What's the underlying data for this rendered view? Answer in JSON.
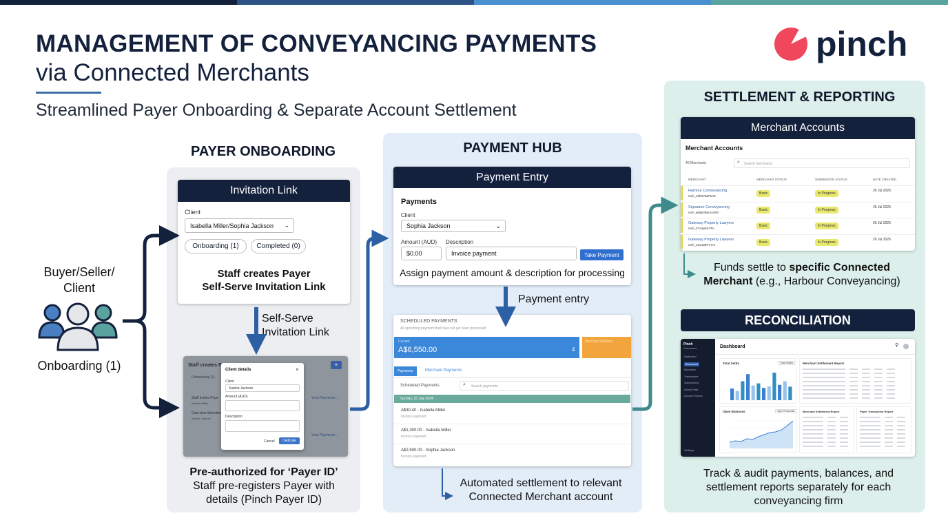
{
  "header": {
    "title_line1": "MANAGEMENT OF CONVEYANCING PAYMENTS",
    "title_line2": "via Connected Merchants",
    "subtitle": "Streamlined Payer Onboarding & Separate Account Settlement",
    "logo_text": "pinch"
  },
  "client": {
    "label_line1": "Buyer/Seller/",
    "label_line2": "Client",
    "status": "Onboarding (1)"
  },
  "payer_onboarding": {
    "title": "PAYER ONBOARDING",
    "invitation_card": {
      "header": "Invitation Link",
      "client_label": "Client",
      "client_value": "Isabella Miller/Sophia Jackson",
      "tab_onboarding": "Onboarding (1)",
      "tab_completed": "Completed (0)",
      "caption_line1": "Staff creates Payer",
      "caption_line2": "Self-Serve Invitation Link"
    },
    "flow_label_line1": "Self-Serve",
    "flow_label_line2": "Invitation Link",
    "preauth_card": {
      "bg_title": "Staff creates P",
      "bg_onboarding": "Onboarding (1)",
      "bg_row1": "Staff Invites Paye",
      "bg_row1_sub": "Isabella Miller",
      "bg_row2": "Cost view Selection",
      "bg_row2_sub": "Sophia Jackson",
      "bg_link1": "View Payments →",
      "bg_link2": "View Payments →",
      "bg_btn": "+",
      "modal_title": "Client details",
      "modal_close": "×",
      "modal_client_label": "Client",
      "modal_client_value": "Sophia Jackson",
      "modal_amount_label": "Amount (AUD)",
      "modal_desc_label": "Description",
      "modal_cancel": "Cancel",
      "modal_submit": "Dedicate"
    },
    "caption_title": "Pre-authorized for ‘Payer ID’",
    "caption_line1": "Staff pre-registers Payer with",
    "caption_line2": "details (Pinch Payer ID)"
  },
  "payment_hub": {
    "title": "PAYMENT HUB",
    "entry_card": {
      "header": "Payment Entry",
      "section": "Payments",
      "client_label": "Client",
      "client_value": "Sophia Jackson",
      "amount_label": "Amount (AUD)",
      "amount_value": "$0.00",
      "desc_label": "Description",
      "desc_value": "Invoice payment",
      "button": "Take Payment",
      "caption": "Assign payment amount & description for processing"
    },
    "flow_label": "Payment entry",
    "scheduled_card": {
      "title": "SCHEDULED PAYMENTS",
      "subtitle": "All upcoming payment that have not yet been processed",
      "kpi_label": "Current",
      "kpi_value": "A$6,550.00",
      "kpi_count": "4",
      "kpi_side_label": "Merchant Balance",
      "tab_payments": "Payments",
      "tab_merchant": "Merchant Payments",
      "filter_label": "Scheduled Payments",
      "search_placeholder": "Search payments",
      "date_bar": "Sunday, 25 July 2024",
      "rows": [
        {
          "text": "A$30.40 - Isabella Miller",
          "sub": "Invoice payment"
        },
        {
          "text": "A$1,300.00 - Isabella Miller",
          "sub": "Invoice payment"
        },
        {
          "text": "A$2,500.00 - Sophia Jackson",
          "sub": "Invoice payment"
        }
      ]
    },
    "caption_line1": "Automated settlement to relevant",
    "caption_line2": "Connected Merchant account"
  },
  "settlement": {
    "title": "SETTLEMENT & REPORTING",
    "merchant_card": {
      "header": "Merchant Accounts",
      "section": "Merchant Accounts",
      "filter": "All Merchants",
      "search_placeholder": "Search merchants",
      "columns": [
        "MERCHANT",
        "MERCHANT STATUS",
        "SUBMISSION STATUS",
        "DATE CREATED"
      ],
      "rows": [
        {
          "name": "Harbour Conveyancing",
          "id": "mch_J9kRv8aP2nR",
          "status": "Basic",
          "submission": "In Progress",
          "date": "26 Jul 2026"
        },
        {
          "name": "Signature Conveyancing",
          "id": "mch_w8yk3BarsAS00",
          "status": "Basic",
          "submission": "In Progress",
          "date": "26 Jul 2026"
        },
        {
          "name": "Gateway Property Lawyers",
          "id": "mch_2YL6pbX4TA",
          "status": "Basic",
          "submission": "In Progress",
          "date": "26 Jul 2026"
        },
        {
          "name": "Gateway Property Lawyers",
          "id": "mch_2SL0pbFVYAI",
          "status": "Basic",
          "submission": "In Progress",
          "date": "26 Jul 2026"
        }
      ]
    },
    "caption_prefix": "Funds settle to",
    "caption_bold1": "specific Connected",
    "caption_bold2": "Merchant",
    "caption_suffix": "(e.g., Harbour Conveyancing)",
    "reconciliation_header": "RECONCILIATION",
    "dashboard": {
      "brand_line1": "Pinch",
      "brand_line2": "Commerce",
      "title": "Dashboard",
      "nav": [
        "Dashboard",
        "Businesses",
        "Merchants",
        "Transactions",
        "Subscriptions",
        "Annual Stats",
        "Account Reports"
      ],
      "nav_bottom": "Settings",
      "total_settle": "Total Settle",
      "total_settle_btn": "Total Settled",
      "merchant_report": "Merchant Settlement Report",
      "open_balances": "Open Balances",
      "open_balances_btn": "Open Financials",
      "merchant_report2": "Merchant Settlement Report",
      "payer_report": "Payer Transaction Report",
      "bar_values": [
        38,
        30,
        62,
        85,
        48,
        55,
        40,
        45,
        90,
        50,
        62,
        44
      ],
      "line_values": [
        18,
        22,
        20,
        28,
        26,
        34,
        40,
        46,
        48,
        54,
        66,
        80
      ]
    },
    "caption_line1": "Track & audit payments, balances, and",
    "caption_line2": "settlement reports separately for each",
    "caption_line3": "conveyancing firm"
  },
  "colors": {
    "navy": "#14213d",
    "accent_blue": "#3a74c5",
    "teal": "#3f8a8b",
    "hub_panel": "#e3edf8",
    "settle_panel": "#dcefeb",
    "onboard_panel": "#eceef1",
    "logo_red": "#f0475c",
    "kpi_blue": "#3b87da",
    "kpi_orange": "#f3a53d"
  }
}
